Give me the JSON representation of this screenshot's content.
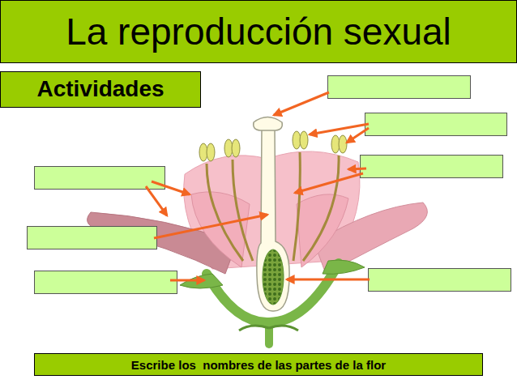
{
  "diagram": {
    "title": "La reproducción sexual",
    "caption": "Escribe los  nombres de las partes de la flor",
    "nodes": [
      {
        "text": [
          "Actividades"
        ]
      }
    ]
  }
}
